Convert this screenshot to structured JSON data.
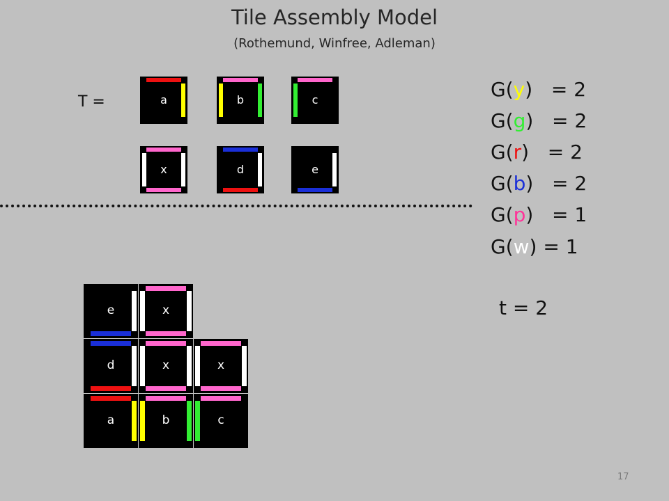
{
  "slide": {
    "title": "Tile Assembly Model",
    "subtitle": "(Rothemund, Winfree, Adleman)",
    "page_number": "17"
  },
  "tileset": {
    "label": "T =",
    "tiles": [
      {
        "label": "a",
        "north": "red",
        "east": "yellow",
        "south": "",
        "west": ""
      },
      {
        "label": "b",
        "north": "pink",
        "east": "green",
        "south": "",
        "west": "yellow"
      },
      {
        "label": "c",
        "north": "pink",
        "east": "",
        "south": "",
        "west": "green"
      },
      {
        "label": "x",
        "north": "pink",
        "east": "white",
        "south": "pink",
        "west": "white"
      },
      {
        "label": "d",
        "north": "blue",
        "east": "white",
        "south": "red",
        "west": ""
      },
      {
        "label": "e",
        "north": "",
        "east": "white",
        "south": "blue",
        "west": ""
      }
    ]
  },
  "glue_strengths": [
    {
      "prefix": "G(",
      "letter": "y",
      "suffix": ")   = 2",
      "color": "#ffff00"
    },
    {
      "prefix": "G(",
      "letter": "g",
      "suffix": ")   = 2",
      "color": "#33ee33"
    },
    {
      "prefix": "G(",
      "letter": "r",
      "suffix": ")   = 2",
      "color": "#ee1111"
    },
    {
      "prefix": "G(",
      "letter": "b",
      "suffix": ")   = 2",
      "color": "#1a2fd8"
    },
    {
      "prefix": "G(",
      "letter": "p",
      "suffix": ")   = 1",
      "color": "#ff3399"
    },
    {
      "prefix": "G(",
      "letter": "w",
      "suffix": ") = 1",
      "color": "#ffffff"
    }
  ],
  "temperature": "t = 2",
  "assembly": {
    "cells": [
      {
        "label": "e",
        "row": 0,
        "col": 0
      },
      {
        "label": "x",
        "row": 0,
        "col": 1
      },
      {
        "label": "d",
        "row": 1,
        "col": 0
      },
      {
        "label": "x",
        "row": 1,
        "col": 1
      },
      {
        "label": "x",
        "row": 1,
        "col": 2
      },
      {
        "label": "a",
        "row": 2,
        "col": 0
      },
      {
        "label": "b",
        "row": 2,
        "col": 1
      },
      {
        "label": "c",
        "row": 2,
        "col": 2
      }
    ]
  },
  "colors": {
    "red": "#ee1111",
    "yellow": "#ffff00",
    "green": "#33ee33",
    "pink": "#ff66cc",
    "blue": "#1a2fd8",
    "white": "#ffffff",
    "background": "#c0c0c0"
  }
}
